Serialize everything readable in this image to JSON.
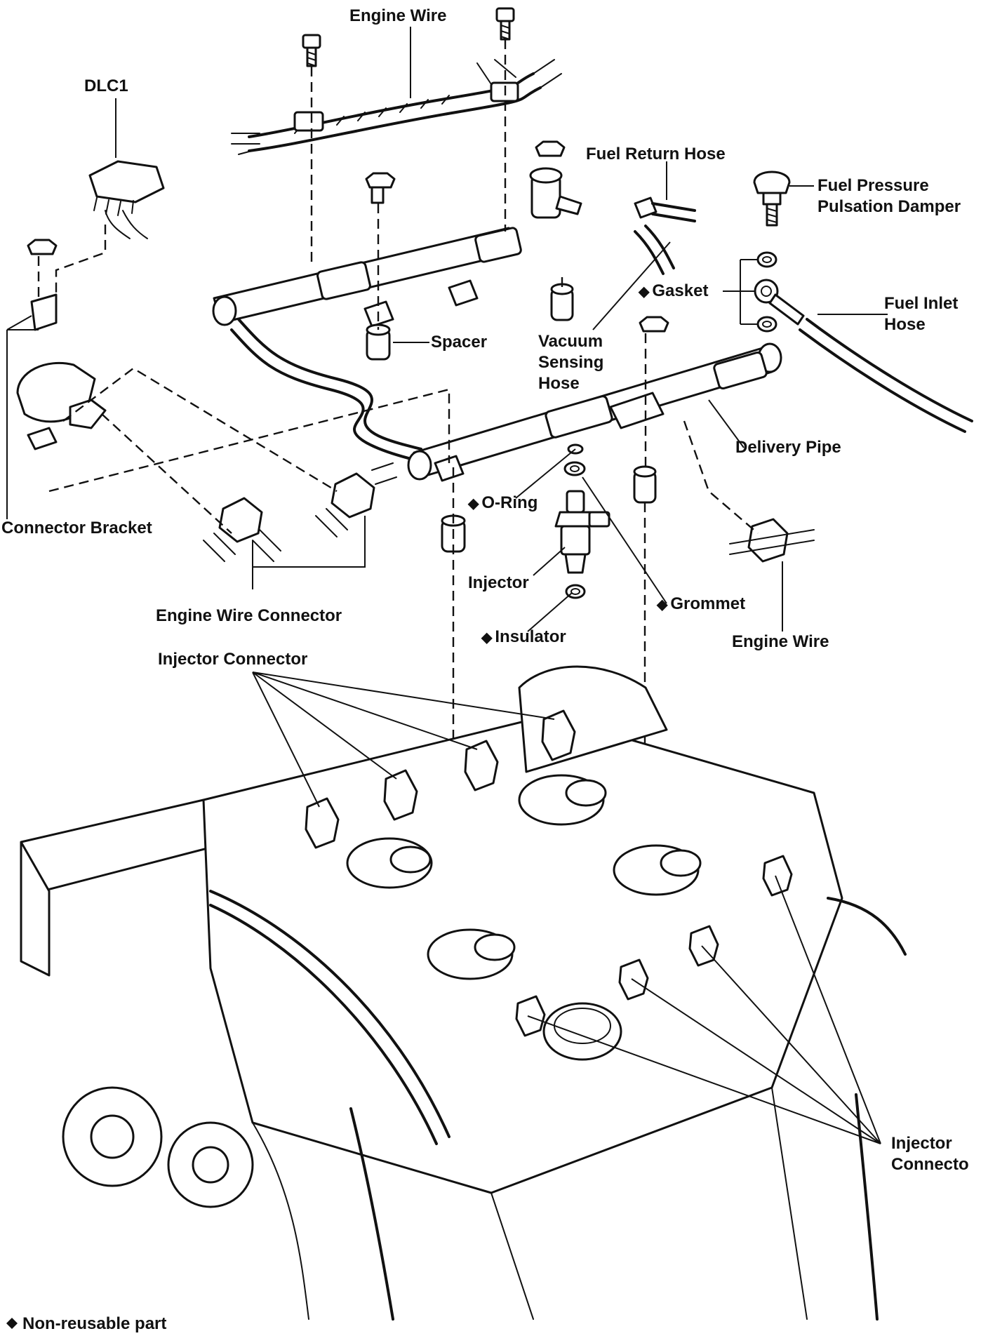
{
  "labels": {
    "engine_wire_top": "Engine Wire",
    "dlc1": "DLC1",
    "fuel_return_hose": "Fuel Return Hose",
    "fuel_pressure_damper_1": "Fuel Pressure",
    "fuel_pressure_damper_2": "Pulsation Damper",
    "gasket": "Gasket",
    "fuel_inlet_hose_1": "Fuel Inlet",
    "fuel_inlet_hose_2": "Hose",
    "spacer": "Spacer",
    "vacuum_sensing_hose_1": "Vacuum",
    "vacuum_sensing_hose_2": "Sensing",
    "vacuum_sensing_hose_3": "Hose",
    "delivery_pipe": "Delivery Pipe",
    "o_ring": "O-Ring",
    "connector_bracket": "Connector Bracket",
    "injector": "Injector",
    "grommet": "Grommet",
    "insulator": "Insulator",
    "engine_wire_connector": "Engine Wire Connector",
    "engine_wire_right": "Engine Wire",
    "injector_connector_top": "Injector Connector",
    "injector_connector_right_1": "Injector",
    "injector_connector_right_2": "Connecto",
    "legend": "Non-reusable part",
    "diamond": "◆"
  }
}
